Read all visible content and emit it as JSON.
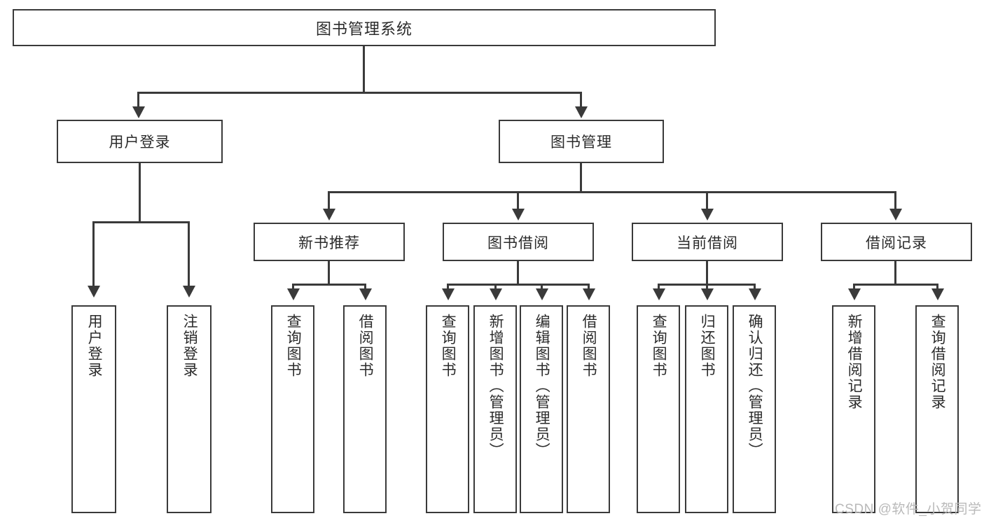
{
  "diagram": {
    "title": "图书管理系统",
    "type": "hierarchy-tree",
    "root": {
      "id": "root",
      "label": "图书管理系统"
    },
    "level2": [
      {
        "id": "user-login",
        "label": "用户登录"
      },
      {
        "id": "book-manage",
        "label": "图书管理"
      }
    ],
    "level3": [
      {
        "id": "new-book-recommend",
        "label": "新书推荐"
      },
      {
        "id": "book-borrow",
        "label": "图书借阅"
      },
      {
        "id": "current-borrow",
        "label": "当前借阅"
      },
      {
        "id": "borrow-record",
        "label": "借阅记录"
      }
    ],
    "leaves": {
      "user_login": [
        {
          "id": "leaf-user-login",
          "label": "用户登录"
        },
        {
          "id": "leaf-logout-login",
          "label": "注销登录"
        }
      ],
      "new_book_recommend": [
        {
          "id": "leaf-query-book-1",
          "label": "查询图书"
        },
        {
          "id": "leaf-borrow-book-1",
          "label": "借阅图书"
        }
      ],
      "book_borrow": [
        {
          "id": "leaf-query-book-2",
          "label": "查询图书"
        },
        {
          "id": "leaf-add-book",
          "label": "新增图书（管理员）"
        },
        {
          "id": "leaf-edit-book",
          "label": "编辑图书（管理员）"
        },
        {
          "id": "leaf-borrow-book-2",
          "label": "借阅图书"
        }
      ],
      "current_borrow": [
        {
          "id": "leaf-query-book-3",
          "label": "查询图书"
        },
        {
          "id": "leaf-return-book",
          "label": "归还图书"
        },
        {
          "id": "leaf-confirm-return",
          "label": "确认归还（管理员）"
        }
      ],
      "borrow_record": [
        {
          "id": "leaf-add-record",
          "label": "新增借阅记录"
        },
        {
          "id": "leaf-query-record",
          "label": "查询借阅记录"
        }
      ]
    }
  },
  "watermark": {
    "text": "CSDN @软件_小贺同学"
  },
  "colors": {
    "stroke": "#3a3a3a",
    "text": "#2b2b2b",
    "background": "#ffffff",
    "watermark": "#b9b9b9"
  }
}
